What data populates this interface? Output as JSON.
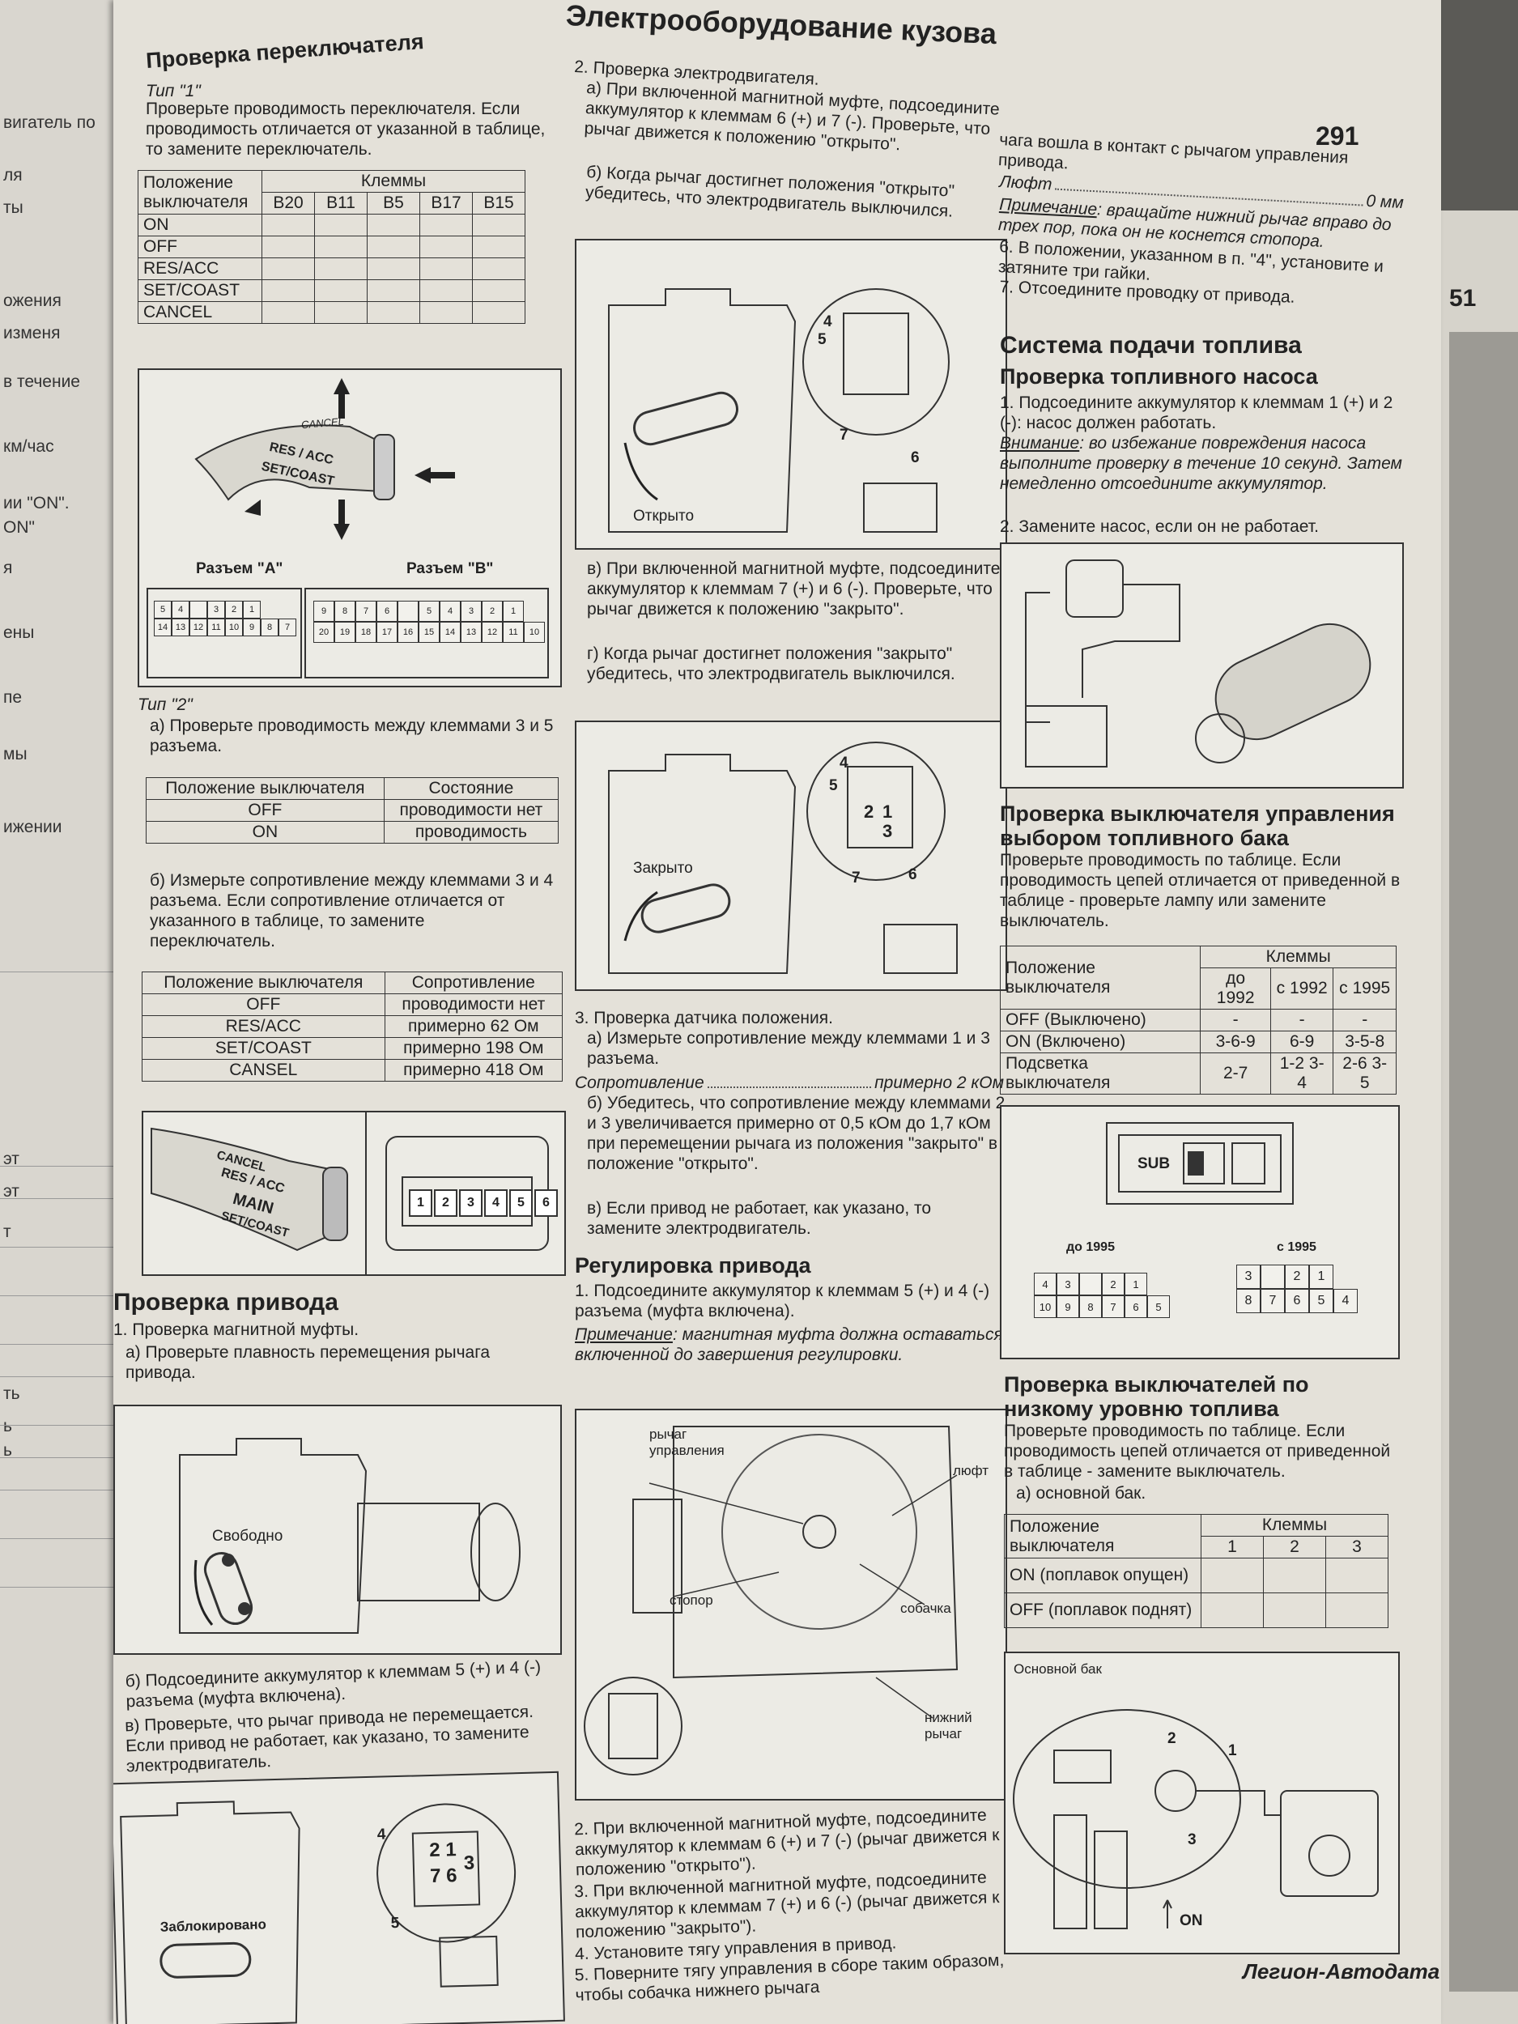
{
  "header": {
    "chapter_title": "Электрооборудование кузова",
    "page_number": "291"
  },
  "left_margin_fragments": [
    "вигатель по",
    "ля",
    "ты",
    "ожения",
    "изменя",
    "в течение",
    "км/час",
    "ии \"ON\".",
    "ON\"",
    "я",
    "ены",
    "пе",
    "мы",
    "ижении",
    "эт",
    "эт",
    "т",
    "ть",
    "ь",
    "ь"
  ],
  "right_page": {
    "page_number": "51"
  },
  "col1": {
    "title": "Проверка переключателя",
    "type1": "Тип \"1\"",
    "intro": "Проверьте проводимость переключателя. Если проводимость отличается от указанной в таблице, то замените переключатель.",
    "table1": {
      "h_pos": "Положение выключателя",
      "h_term": "Клеммы",
      "cols": [
        "B20",
        "B11",
        "B5",
        "B17",
        "B15"
      ],
      "rows": [
        "ON",
        "OFF",
        "RES/ACC",
        "SET/COAST",
        "CANCEL"
      ]
    },
    "fig1_labels": [
      "RES / ACC",
      "SET/COAST",
      "CANCEL"
    ],
    "connector_a": "Разъем \"A\"",
    "connector_b": "Разъем \"B\"",
    "conn_a_top": [
      "5",
      "4",
      "",
      "3",
      "2",
      "1"
    ],
    "conn_a_bottom": [
      "14",
      "13",
      "12",
      "11",
      "10",
      "9",
      "8",
      "7"
    ],
    "conn_b_top": [
      "9",
      "8",
      "7",
      "6",
      "",
      "5",
      "4",
      "3",
      "2",
      "1"
    ],
    "conn_b_bottom": [
      "20",
      "19",
      "18",
      "17",
      "16",
      "15",
      "14",
      "13",
      "12",
      "11",
      "10"
    ],
    "type2": "Тип \"2\"",
    "a_text": "а) Проверьте проводимость между клеммами 3 и 5 разъема.",
    "table2": {
      "h1": "Положение выключателя",
      "h2": "Состояние",
      "rows": [
        [
          "OFF",
          "проводимости нет"
        ],
        [
          "ON",
          "проводимость"
        ]
      ]
    },
    "b_text": "б) Измерьте сопротивление между клеммами 3 и 4 разъема. Если сопротивление отличается от указанного в таблице, то замените переключатель.",
    "table3": {
      "h1": "Положение выключателя",
      "h2": "Сопротивление",
      "rows": [
        [
          "OFF",
          "проводимости нет"
        ],
        [
          "RES/ACC",
          "примерно 62 Ом"
        ],
        [
          "SET/COAST",
          "примерно 198 Ом"
        ],
        [
          "CANSEL",
          "примерно 418 Ом"
        ]
      ]
    },
    "fig2_labels": [
      "CANCEL",
      "RES / ACC",
      "MAIN",
      "SET/COAST"
    ],
    "fig2_pins": [
      "1",
      "2",
      "3",
      "4",
      "5",
      "6"
    ],
    "drive_title": "Проверка привода",
    "drive_1": "1. Проверка магнитной муфты.",
    "drive_1a": "а) Проверьте плавность перемещения рычага привода.",
    "free_label": "Свободно",
    "drive_1b": "б) Подсоедините аккумулятор к клеммам 5 (+) и 4 (-) разъема (муфта включена).",
    "drive_1c": "в) Проверьте, что рычаг привода не перемещается. Если привод не работает, как указано, то замените электродвигатель.",
    "locked_label": "Заблокировано",
    "pin_labels": [
      "4",
      "5",
      "2",
      "1",
      "7",
      "6",
      "3"
    ]
  },
  "col2": {
    "s2_title": "2. Проверка электродвигателя.",
    "s2_a": "а) При включенной магнитной муфте, подсоедините аккумулятор к клеммам 6 (+) и 7 (-). Проверьте, что рычаг движется к положению \"открыто\".",
    "s2_b": "б) Когда рычаг достигнет положения \"открыто\" убедитесь, что электродвигатель выключился.",
    "open_label": "Открыто",
    "s2_v": "в) При включенной магнитной муфте, подсоедините аккумулятор к клеммам 7 (+) и 6 (-). Проверьте, что рычаг движется к положению \"закрыто\".",
    "s2_g": "г) Когда рычаг достигнет положения \"закрыто\" убедитесь, что электродвигатель выключился.",
    "closed_label": "Закрыто",
    "fig_numbers": [
      "4",
      "5",
      "7",
      "6",
      "2",
      "1",
      "3"
    ],
    "s3_title": "3. Проверка датчика положения.",
    "s3_a": "а) Измерьте сопротивление между клеммами 1 и 3 разъема.",
    "s3_spec_label": "Сопротивление",
    "s3_spec_value": "примерно 2 кОм",
    "s3_b": "б) Убедитесь, что сопротивление между клеммами 2 и 3 увеличивается примерно от 0,5 кОм до 1,7 кОм при перемещении рычага из положения \"закрыто\" в положение \"открыто\".",
    "s3_v": "в) Если привод не работает, как указано, то замените электродвигатель.",
    "adj_title": "Регулировка привода",
    "adj_1": "1. Подсоедините аккумулятор к клеммам 5 (+) и 4 (-) разъема (муфта включена).",
    "adj_note_label": "Примечание",
    "adj_note": ": магнитная муфта должна оставаться включенной до завершения регулировки.",
    "fig_adj_labels": [
      "рычаг управления",
      "люфт",
      "стопор",
      "собачка",
      "нижний рычаг"
    ],
    "adj_2": "2. При включенной магнитной муфте, подсоедините аккумулятор к клеммам 6 (+) и 7 (-) (рычаг движется к положению \"открыто\").",
    "adj_3": "3. При включенной магнитной муфте, подсоедините аккумулятор к клеммам 7 (+) и 6 (-) (рычаг движется к положению \"закрыто\").",
    "adj_4": "4. Установите тягу управления в привод.",
    "adj_5": "5. Поверните тягу управления в сборе таким образом, чтобы собачка нижнего рычага"
  },
  "col3": {
    "cont": "чага вошла в контакт с рычагом управления привода.",
    "play_label": "Люфт",
    "play_value": "0 мм",
    "note_label": "Примечание",
    "note": ": вращайте нижний рычаг вправо до трех пор, пока он не коснется стопора.",
    "s6": "6. В положении, указанном в п. \"4\", установите и затяните три гайки.",
    "s7": "7. Отсоедините проводку от привода.",
    "fuel_title": "Система подачи топлива",
    "pump_title": "Проверка топливного насоса",
    "pump_1": "1. Подсоедините аккумулятор к клеммам 1 (+) и 2 (-): насос должен работать.",
    "warn_label": "Внимание",
    "warn": ": во избежание повреждения насоса выполните проверку в течение 10 секунд. Затем немедленно отсоедините аккумулятор.",
    "pump_2": "2. Замените насос, если он не работает.",
    "sel_title": "Проверка выключателя управления выбором топливного бака",
    "sel_text": "Проверьте проводимость по таблице. Если проводимость цепей отличается от приведенной в таблице - проверьте лампу или замените выключатель.",
    "table4": {
      "h_pos": "Положение выключателя",
      "h_term": "Клеммы",
      "cols": [
        "до 1992",
        "с 1992",
        "с 1995"
      ],
      "rows": [
        {
          "name": "OFF (Выключено)",
          "v": [
            "-",
            "-",
            "-"
          ]
        },
        {
          "name": "ON (Включено)",
          "v": [
            "3-6-9",
            "6-9",
            "3-5-8"
          ]
        },
        {
          "name": "Подсветка выключателя",
          "v": [
            "2-7",
            "1-2 3-4",
            "2-6 3-5"
          ]
        }
      ]
    },
    "sub_label": "SUB",
    "before_1995": "до 1995",
    "since_1995": "с 1995",
    "c1_top": [
      "4",
      "3",
      "",
      "2",
      "1"
    ],
    "c1_bottom": [
      "10",
      "9",
      "8",
      "7",
      "6",
      "5"
    ],
    "c2_top": [
      "3",
      "",
      "2",
      "1"
    ],
    "c2_bottom": [
      "8",
      "7",
      "6",
      "5",
      "4"
    ],
    "low_title": "Проверка выключателей по низкому уровню топлива",
    "low_text": "Проверьте проводимость по таблице. Если проводимость цепей отличается от приведенной в таблице - замените выключатель.",
    "low_a": "а) основной бак.",
    "table5": {
      "h_pos": "Положение выключателя",
      "h_term": "Клеммы",
      "cols": [
        "1",
        "2",
        "3"
      ],
      "rows": [
        "ON (поплавок опущен)",
        "OFF (поплавок поднят)"
      ]
    },
    "tank_label": "Основной бак",
    "tank_nums": [
      "1",
      "2",
      "3"
    ],
    "on_label": "ON",
    "footer": "Легион-Автодата"
  }
}
